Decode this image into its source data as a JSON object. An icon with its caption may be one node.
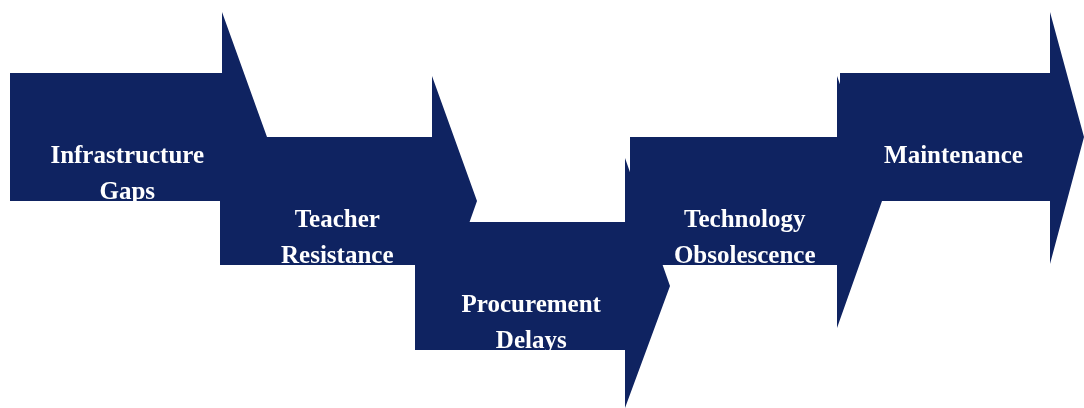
{
  "diagram": {
    "nodes": [
      {
        "text": [
          "Infrastructure Gaps"
        ]
      },
      {
        "text": [
          "Teacher Resistance"
        ]
      },
      {
        "text": [
          "Procurement Delays"
        ]
      },
      {
        "text": [
          "Technology Obsolescence"
        ]
      },
      {
        "text": [
          "Maintenance"
        ]
      }
    ]
  }
}
